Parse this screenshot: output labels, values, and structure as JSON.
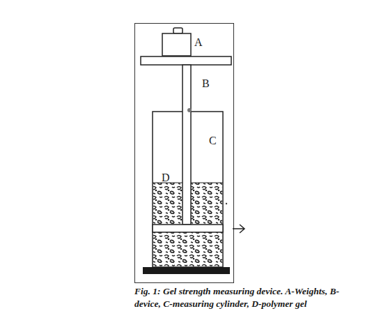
{
  "diagram": {
    "caption": "Fig. 1: Gel strength measuring device. A-Weights, B-device, C-measuring cylinder, D-polymer gel",
    "labels": [
      "A",
      "B",
      "C",
      "D"
    ]
  }
}
